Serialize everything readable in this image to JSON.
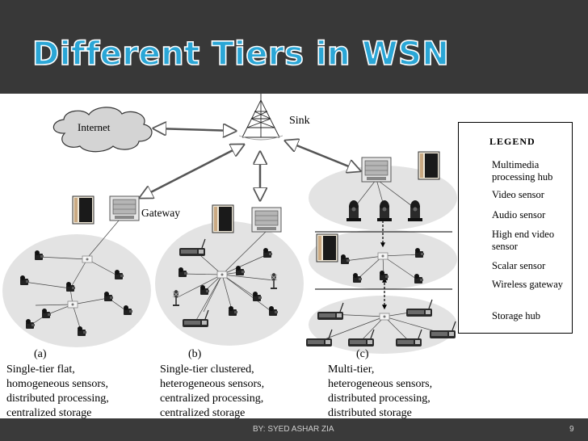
{
  "slide": {
    "title": "Different Tiers in WSN",
    "footer_author": "BY: SYED ASHAR ZIA",
    "page_number": "9"
  },
  "diagram": {
    "cloud_label": "Internet",
    "sink_label": "Sink",
    "gateway_label": "Gateway",
    "legend": {
      "title": "LEGEND",
      "items": [
        {
          "icon": "multimedia-processing-hub-icon",
          "label": "Multimedia processing hub"
        },
        {
          "icon": "video-sensor-icon",
          "label": "Video sensor"
        },
        {
          "icon": "audio-sensor-icon",
          "label": "Audio sensor"
        },
        {
          "icon": "high-end-video-sensor-icon",
          "label": "High end video sensor"
        },
        {
          "icon": "scalar-sensor-icon",
          "label": "Scalar sensor"
        },
        {
          "icon": "wireless-gateway-icon",
          "label": "Wireless gateway"
        },
        {
          "icon": "storage-hub-icon",
          "label": "Storage hub"
        }
      ]
    },
    "captions": [
      {
        "letter": "(a)",
        "lines": [
          "Single-tier flat,",
          "homogeneous sensors,",
          "distributed processing,",
          "centralized storage"
        ]
      },
      {
        "letter": "(b)",
        "lines": [
          "Single-tier clustered,",
          "heterogeneous sensors,",
          "centralized processing,",
          "centralized storage"
        ]
      },
      {
        "letter": "(c)",
        "lines": [
          "Multi-tier,",
          "heterogeneous sensors,",
          "distributed processing,",
          "distributed storage"
        ]
      }
    ]
  }
}
